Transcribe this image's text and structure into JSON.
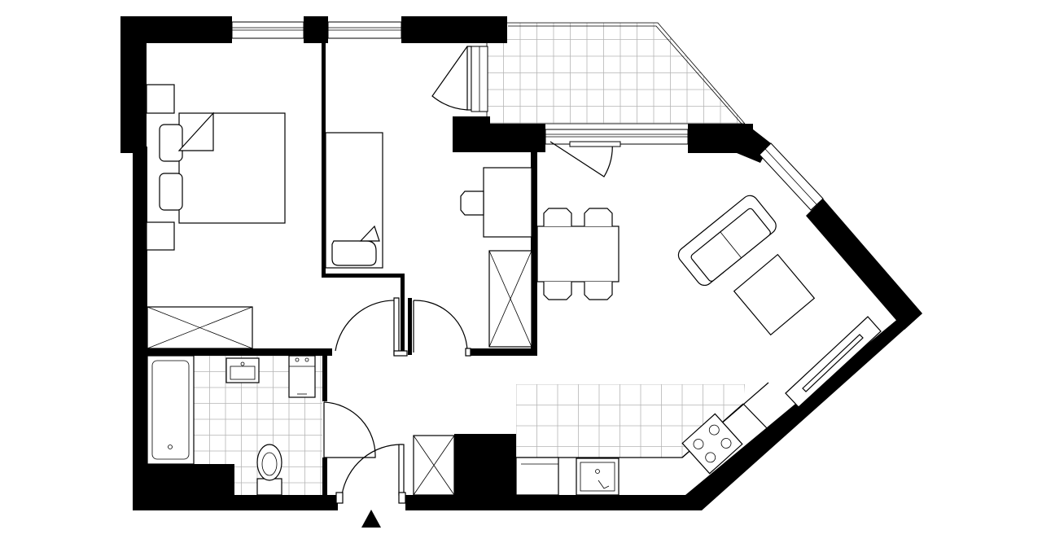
{
  "floor_plan": {
    "rooms": [
      "bedroom",
      "study",
      "balcony",
      "living-dining-kitchen",
      "bathroom",
      "hallway"
    ],
    "entrance_marker": "triangle",
    "colors": {
      "wall": "#000000",
      "line": "#000000",
      "tile_grid": "#b5b5b5",
      "background": "#ffffff"
    }
  }
}
